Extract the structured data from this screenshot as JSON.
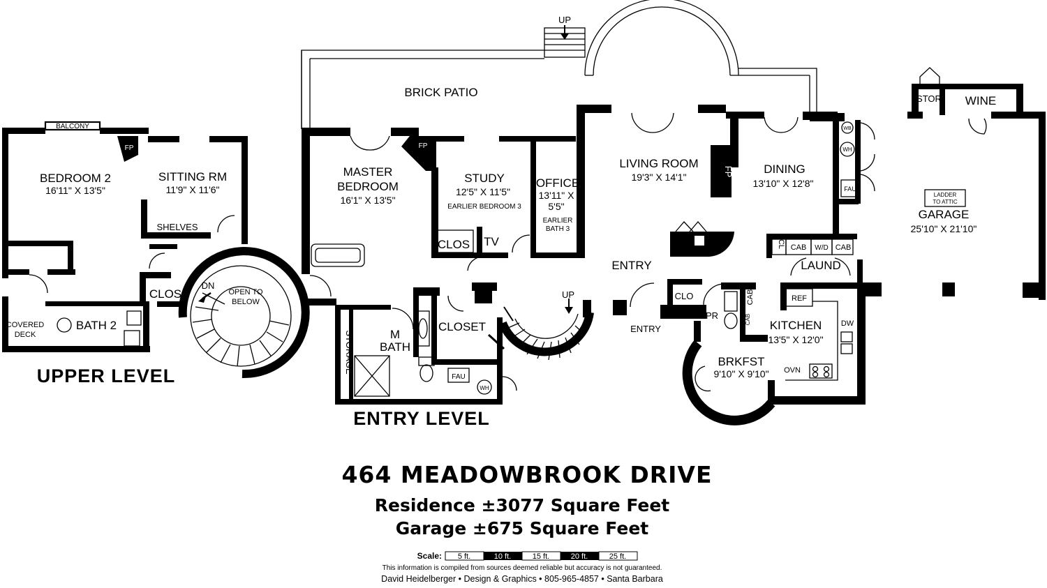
{
  "levels": {
    "upper": "UPPER LEVEL",
    "entry": "ENTRY LEVEL"
  },
  "upper": {
    "balcony": "BALCONY",
    "fp": "FP",
    "bedroom2": {
      "name": "BEDROOM 2",
      "dim": "16'11\" X 13'5\""
    },
    "sitting": {
      "name": "SITTING RM",
      "dim": "11'9\" X 11'6\""
    },
    "shelves": "SHELVES",
    "clos": "CLOS",
    "dn": "DN",
    "open_line1": "OPEN TO",
    "open_line2": "BELOW",
    "bath2": "BATH 2",
    "deck_line1": "COVERED",
    "deck_line2": "DECK"
  },
  "entry": {
    "up_top": "UP",
    "patio": "BRICK PATIO",
    "master_line1": "MASTER",
    "master_line2": "BEDROOM",
    "master_dim": "16'1\" X 13'5\"",
    "fp_master": "FP",
    "study": {
      "name": "STUDY",
      "dim": "12'5\" X 11'5\"",
      "note": "EARLIER BEDROOM 3"
    },
    "office": {
      "name": "OFFICE",
      "dim1": "13'11\" X",
      "dim2": "5'5\"",
      "note1": "EARLIER",
      "note2": "BATH 3"
    },
    "clos": "CLOS",
    "tv": "TV",
    "living": {
      "name": "LIVING ROOM",
      "dim": "19'3\" X 14'1\""
    },
    "fp_living": "FP",
    "dining": {
      "name": "DINING",
      "dim": "13'10\" X 12'8\""
    },
    "entry_hall": "ENTRY",
    "entry_door": "ENTRY",
    "up_stair": "UP",
    "storage": "STORAGE",
    "mbath_line1": "M",
    "mbath_line2": "BATH",
    "closet": "CLOSET",
    "fau": "FAU",
    "wh": "WH",
    "clo": "CLO",
    "pr": "PR",
    "cab_vert": "CAB",
    "cab_small": "CAB",
    "kitchen": {
      "name": "KITCHEN",
      "dim": "13'5\" X 12'0\""
    },
    "brkfst": {
      "name": "BRKFST",
      "dim": "9'10\" X 9'10\""
    },
    "ref": "REF",
    "dw": "DW",
    "ovn": "OVN",
    "cl": "CL",
    "cab1": "CAB",
    "wd": "W/D",
    "cab2": "CAB",
    "laund": "LAUND"
  },
  "garage": {
    "stor": "STOR",
    "wine": "WINE",
    "wb": "WB",
    "wh": "WH",
    "fau": "FAU",
    "ladder_line1": "LADDER",
    "ladder_line2": "TO ATTIC",
    "name": "GARAGE",
    "dim": "25'10\" X 21'10\""
  },
  "footer": {
    "address": "464 MEADOWBROOK DRIVE",
    "residence": "Residence ±3077 Square Feet",
    "garage": "Garage ±675 Square Feet",
    "scale_label": "Scale:",
    "scale_marks": [
      "5 ft.",
      "10 ft.",
      "15 ft.",
      "20 ft.",
      "25 ft."
    ],
    "disclaimer": "This information is compiled from sources deemed reliable but accuracy is not guaranteed.",
    "credit": "David Heidelberger • Design & Graphics • 805-965-4857 • Santa Barbara"
  }
}
